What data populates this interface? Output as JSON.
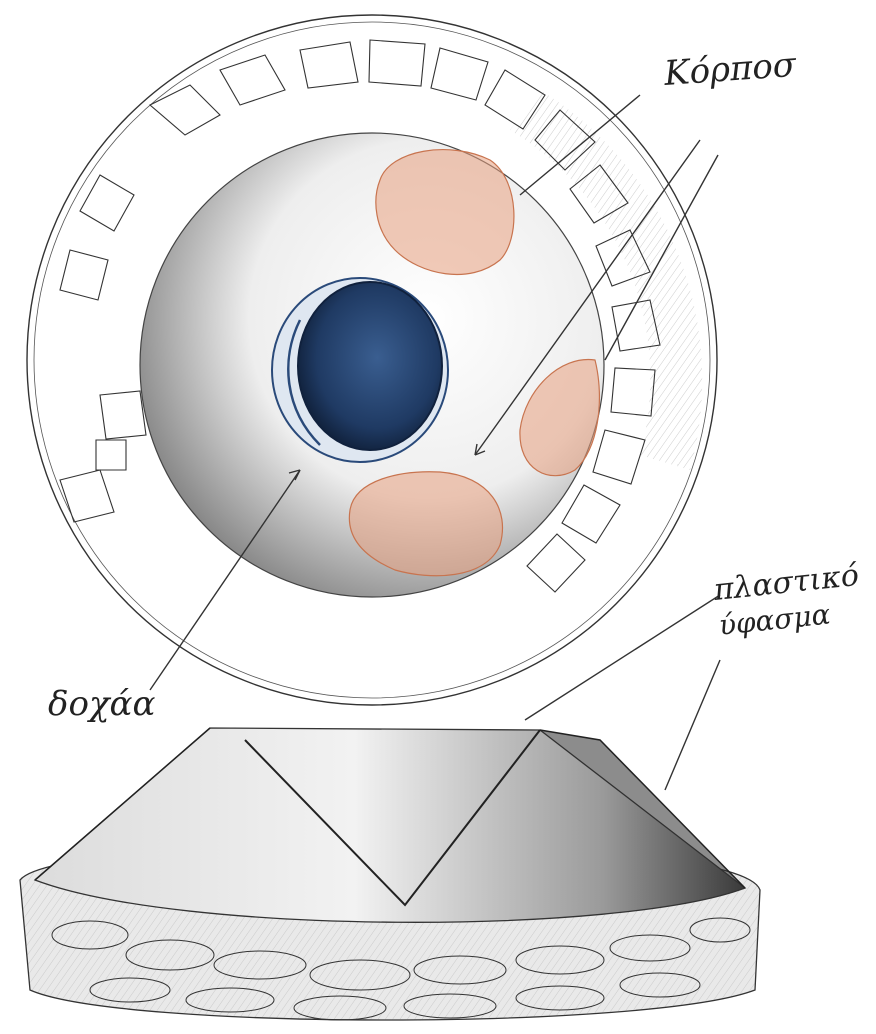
{
  "labels": {
    "fruit": "Κόρποσ",
    "ground_text": "δοχάα",
    "fabric_line1": "πλαστικό",
    "fabric_line2": "ύφασμα"
  },
  "colors": {
    "paper": "#ffffff",
    "ink": "#222222",
    "blue_ink": "#1f3a63",
    "fruit_orange": "#e7a07f"
  }
}
